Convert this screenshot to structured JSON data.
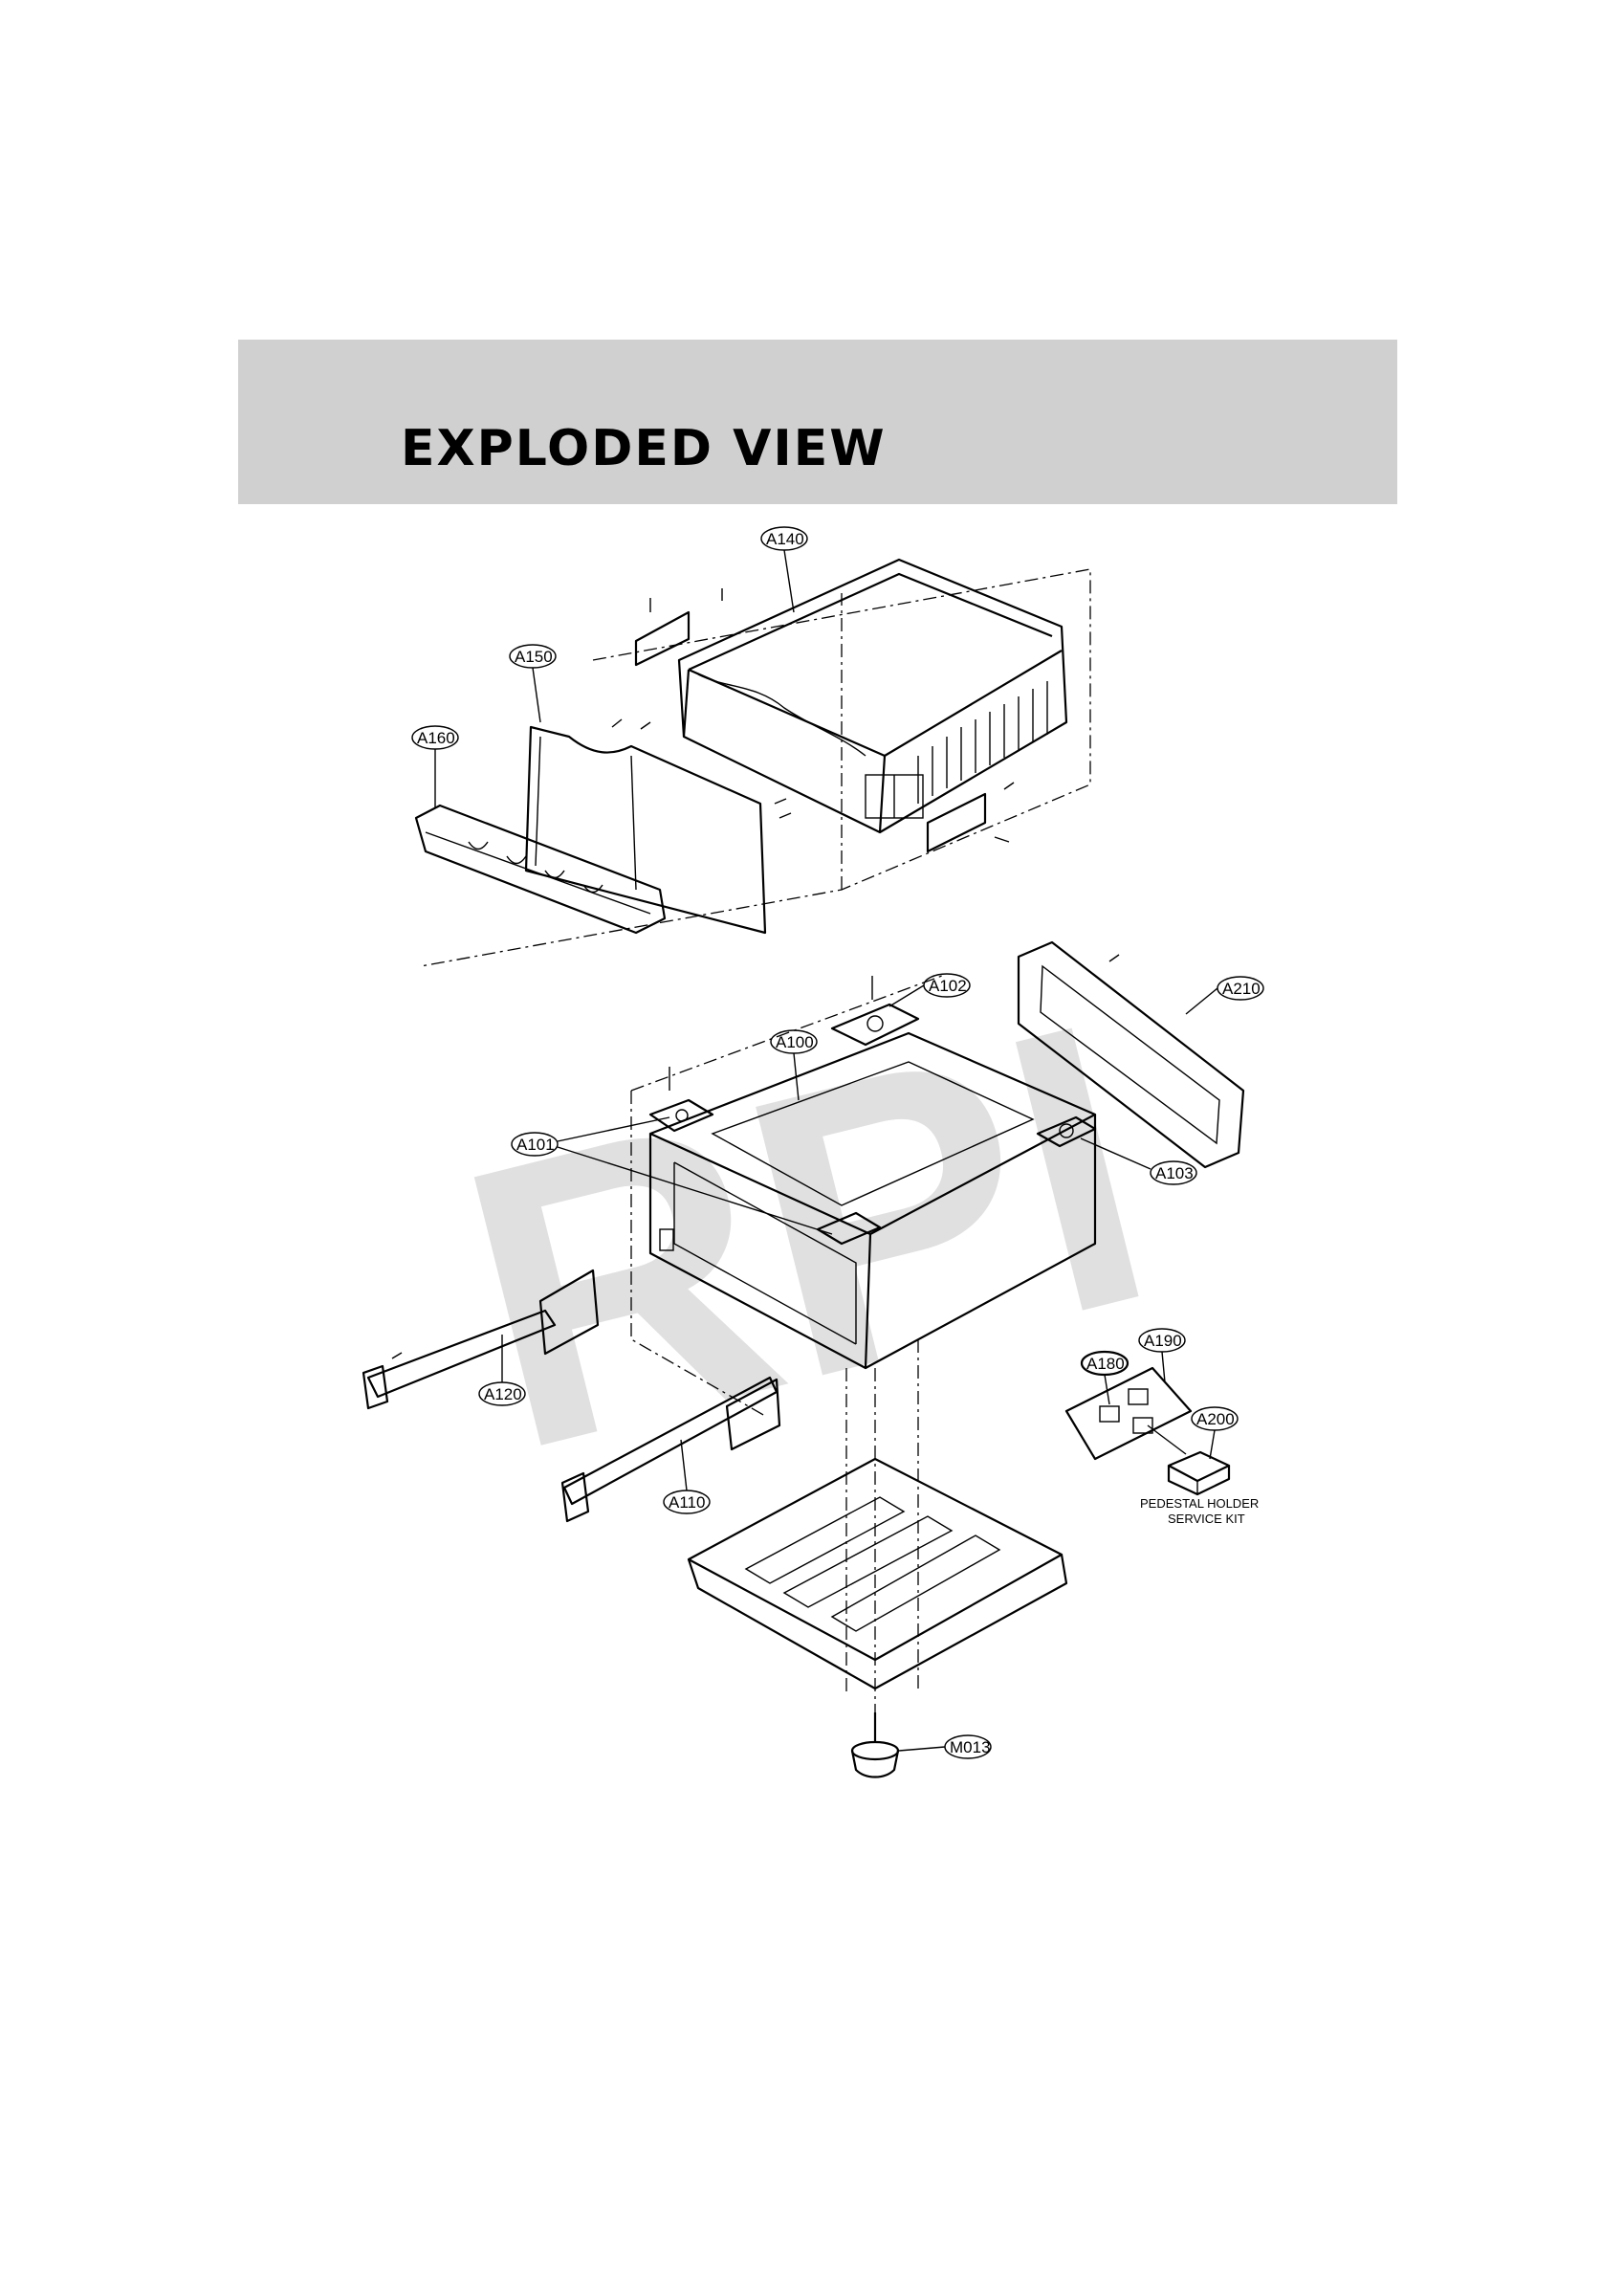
{
  "header": {
    "title": "EXPLODED VIEW"
  },
  "watermark": "RPI",
  "parts": {
    "a140": "A140",
    "a150": "A150",
    "a160": "A160",
    "a102": "A102",
    "a210": "A210",
    "a100": "A100",
    "a101": "A101",
    "a103": "A103",
    "a190": "A190",
    "a180": "A180",
    "a200": "A200",
    "a120": "A120",
    "a110": "A110",
    "m013": "M013"
  },
  "kit": {
    "line1": "PEDESTAL HOLDER",
    "line2": "SERVICE KIT"
  }
}
